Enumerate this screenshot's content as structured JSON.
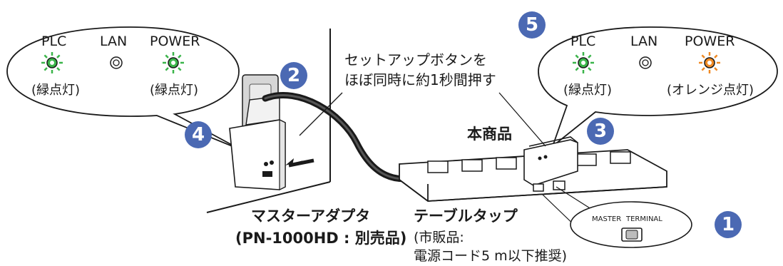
{
  "left_bubble": {
    "indicators": [
      {
        "label": "PLC",
        "state": "lit",
        "color": "#3bb54a",
        "note": "(緑点灯)"
      },
      {
        "label": "LAN",
        "state": "off",
        "color": "#9a9a9a",
        "note": ""
      },
      {
        "label": "POWER",
        "state": "lit",
        "color": "#3bb54a",
        "note": "(緑点灯)"
      }
    ]
  },
  "right_bubble": {
    "indicators": [
      {
        "label": "PLC",
        "state": "lit",
        "color": "#3bb54a",
        "note": "(緑点灯)"
      },
      {
        "label": "LAN",
        "state": "off",
        "color": "#9a9a9a",
        "note": ""
      },
      {
        "label": "POWER",
        "state": "lit",
        "color": "#f08a24",
        "note": "(オレンジ点灯)"
      }
    ]
  },
  "steps": [
    "1",
    "2",
    "3",
    "4",
    "5"
  ],
  "instruction": {
    "line1": "セットアップボタンを",
    "line2": "ほぼ同時に約1秒間押す"
  },
  "product_label": "本商品",
  "master_adapter": {
    "line1": "マスターアダプタ",
    "line2": "(PN-1000HD : 別売品)"
  },
  "table_tap": {
    "line1": "テーブルタップ",
    "line2": "(市販品:",
    "line3": "電源コード5 m以下推奨)"
  },
  "switch": {
    "left_label": "MASTER",
    "right_label": "TERMINAL"
  },
  "colors": {
    "badge": "#4b69b3",
    "led_green": "#3bb54a",
    "led_orange": "#f08a24"
  }
}
